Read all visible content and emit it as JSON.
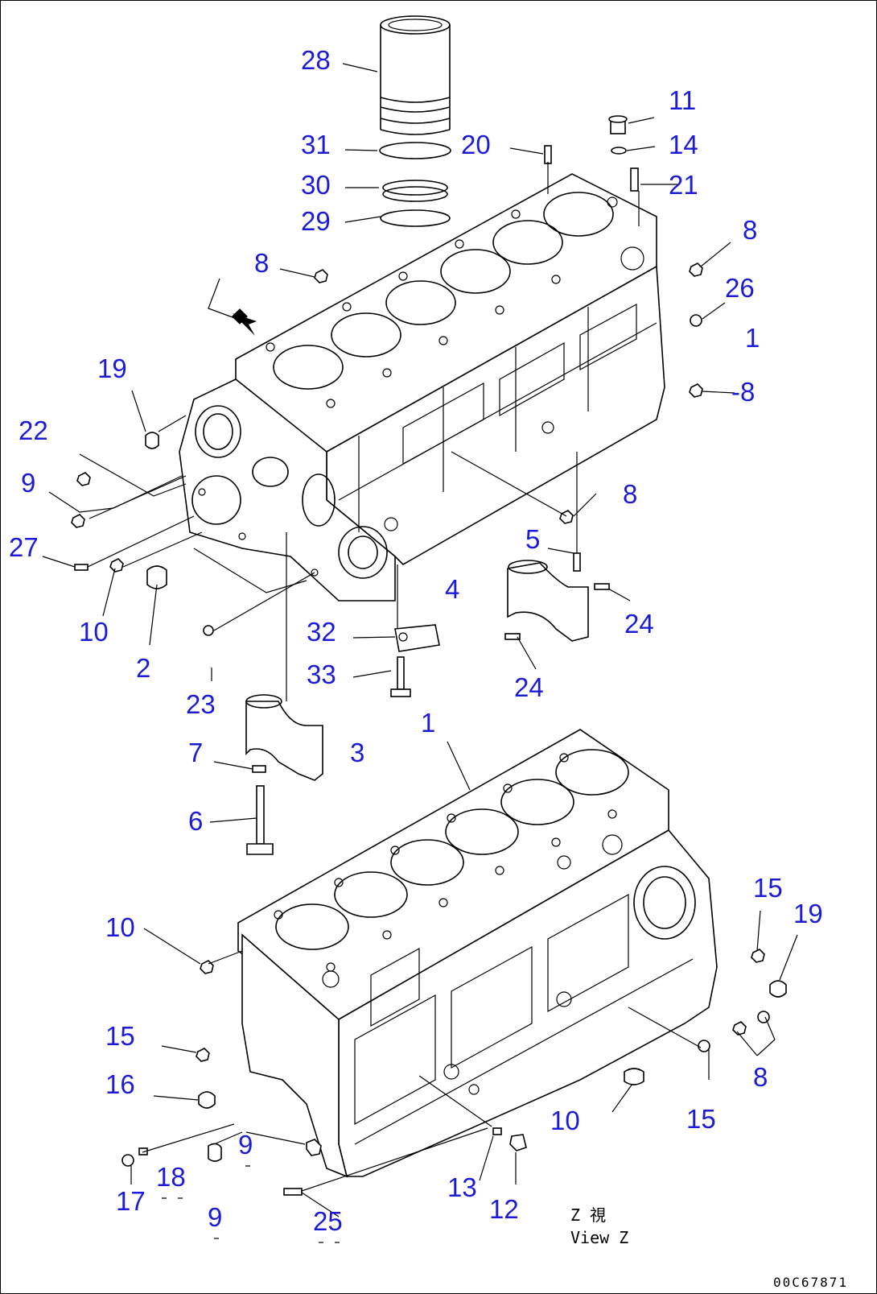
{
  "labels": {
    "c28": "28",
    "c31": "31",
    "c30": "30",
    "c29": "29",
    "c20": "20",
    "c11": "11",
    "c14": "14",
    "c21": "21",
    "c8a": "8",
    "c8b": "8",
    "c26": "26",
    "c1a": "1",
    "c8c": "-8",
    "c19a": "19",
    "c22": "22",
    "c9a": "9",
    "c27": "27",
    "c8d": "8",
    "c5": "5",
    "c4": "4",
    "c24a": "24",
    "c24b": "24",
    "c10a": "10",
    "c2": "2",
    "c23": "23",
    "c32": "32",
    "c33": "33",
    "c1b": "1",
    "c7": "7",
    "c3": "3",
    "c6": "6",
    "c10b": "10",
    "c15a": "15",
    "c19b": "19",
    "c15b": "15",
    "c16": "16",
    "c8e": "8",
    "c10c": "10",
    "c15c": "15",
    "c9b": "9",
    "c18": "18",
    "c17": "17",
    "c9c": "9",
    "c13": "13",
    "c12": "12",
    "c25": "25"
  },
  "view_caption": {
    "line1": "Z  視",
    "line2": "View Z"
  },
  "doc_id": "00C67871",
  "colors": {
    "callout": "#1c1cd6",
    "line": "#000000",
    "background": "#ffffff"
  }
}
